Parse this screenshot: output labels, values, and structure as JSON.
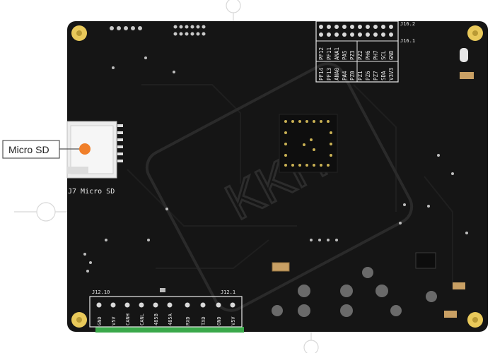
{
  "callout": {
    "label": "Micro SD"
  },
  "board": {
    "sd_label": "J7 Micro SD",
    "j16_top": "J16.2",
    "j16_bottom": "J16.1",
    "j12_left": "J12.10",
    "j12_right": "J12.1",
    "watermark": "KKH",
    "gpio_grid": [
      [
        "PF14",
        "PF13",
        "ANA0",
        "PA4",
        "PZ0",
        "PZ1",
        "PZ6",
        "PZ7",
        "SDA",
        "V3V3"
      ],
      [
        "PF12",
        "PF11",
        "ANA1",
        "PA5",
        "PZ3",
        "PZ2",
        "PH6",
        "PH7",
        "SCL",
        "GND"
      ]
    ],
    "bottom_pins": [
      "GND",
      "V5V",
      "CANH",
      "CANL",
      "485B",
      "485A",
      "RXD",
      "TXD",
      "GND",
      "V5V"
    ]
  },
  "colors": {
    "pcb": "#151515",
    "pad": "#e9c95a",
    "callout_dot": "#f07f2a",
    "silk": "#e8e8e8"
  }
}
